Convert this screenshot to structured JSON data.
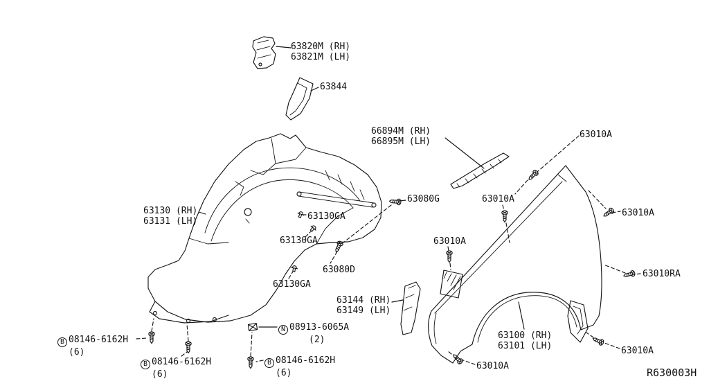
{
  "ref_code": "R630003H",
  "parts": {
    "p63820": {
      "rh": "63820M (RH)",
      "lh": "63821M (LH)"
    },
    "p63844": "63844",
    "p66894": {
      "rh": "66894M (RH)",
      "lh": "66895M (LH)"
    },
    "p63010A": "63010A",
    "p63010RA": "63010RA",
    "p63080G": "63080G",
    "p63080D": "63080D",
    "p63130": {
      "rh": "63130 (RH)",
      "lh": "63131 (LH)"
    },
    "p63130GA": "63130GA",
    "p63144": {
      "rh": "63144 (RH)",
      "lh": "63149 (LH)"
    },
    "p63100": {
      "rh": "63100 (RH)",
      "lh": "63101 (LH)"
    },
    "bolt_b": {
      "prefix": "B",
      "number": "08146-6162H",
      "qty": "(6)"
    },
    "nut_n": {
      "prefix": "N",
      "number": "08913-6065A",
      "qty": "(2)"
    }
  }
}
